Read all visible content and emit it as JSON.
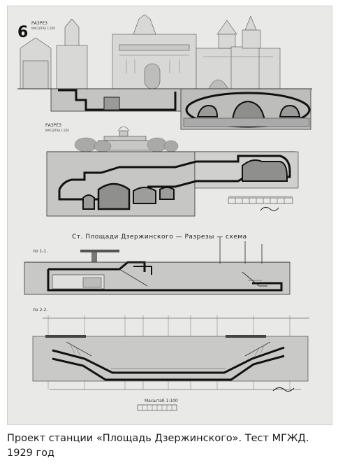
{
  "sheet": {
    "number": "6",
    "view1_label": "РАЗРЕЗ",
    "view1_sublabel": "МАСШТАБ 1:250",
    "view2_label": "РАЗРЕЗ",
    "view2_sublabel": "МАСШТАБ 1:250",
    "title": "Ст. Площади Дзержинского — Разрезы — схема",
    "section_1": "по 1-1.",
    "section_2": "по 2-2.",
    "scale_label": "Масштаб 1:100"
  },
  "caption": {
    "line1": "Проект станции «Площадь Дзержинского». Тест МГЖД.",
    "line2": "1929 год"
  }
}
